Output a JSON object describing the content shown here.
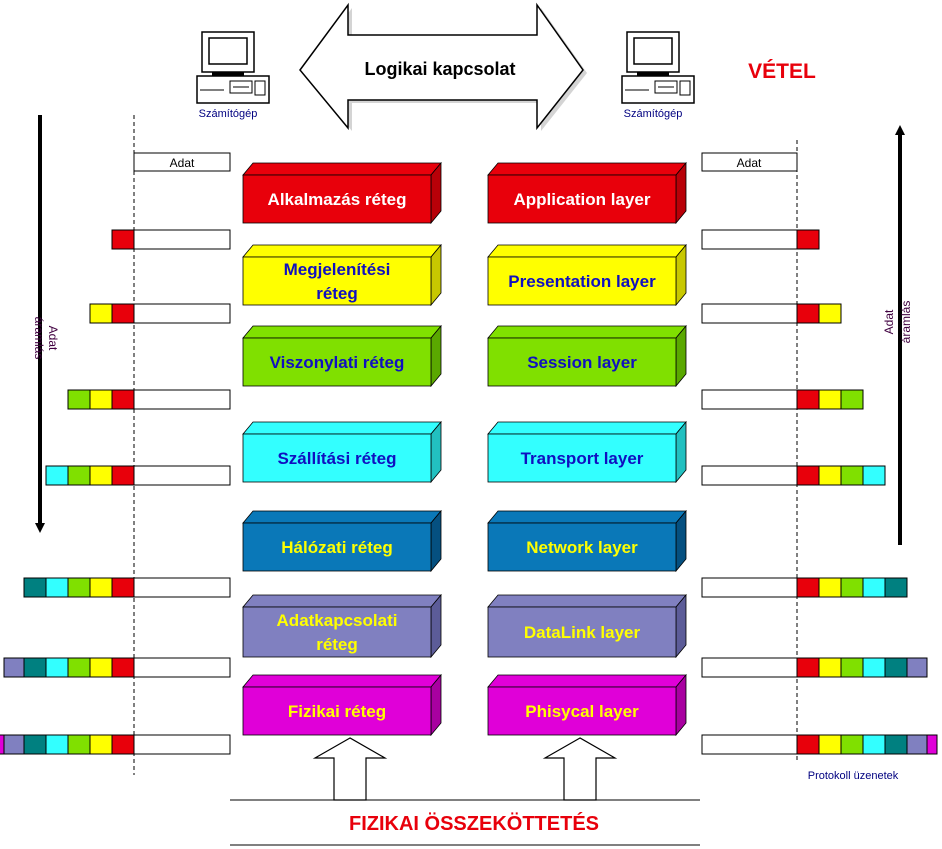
{
  "logical_connection": "Logikai kapcsolat",
  "receive_label": "VÉTEL",
  "computer_left": "Számítógép",
  "computer_right": "Számítógép",
  "data_label_left": "Adat",
  "data_label_right": "Adat",
  "flow_left": [
    "Adat",
    "áramlás"
  ],
  "flow_right": [
    "Adat",
    "áramlás"
  ],
  "protocol_messages": "Protokoll üzenetek",
  "physical_connection": "FIZIKAI  ÖSSZEKÖTTETÉS",
  "layers": [
    {
      "hu": [
        "Alkalmazás réteg"
      ],
      "en": "Application layer",
      "color": "#E8000B",
      "dark": "#B80008",
      "text": "#FFFFFF"
    },
    {
      "hu": [
        "Megjelenítési",
        "réteg"
      ],
      "en": "Presentation layer",
      "color": "#FFFF00",
      "dark": "#C8C800",
      "text": "#1010C0"
    },
    {
      "hu": [
        "Viszonylati réteg"
      ],
      "en": "Session layer",
      "color": "#80E000",
      "dark": "#5AA800",
      "text": "#1010C0"
    },
    {
      "hu": [
        "Szállítási réteg"
      ],
      "en": "Transport layer",
      "color": "#33FFFF",
      "dark": "#22C0C0",
      "text": "#1010C0"
    },
    {
      "hu": [
        "Hálózati réteg"
      ],
      "en": "Network layer",
      "color": "#0A78B8",
      "dark": "#055080",
      "text": "#FFFF00"
    },
    {
      "hu": [
        "Adatkapcsolati",
        "réteg"
      ],
      "en": "DataLink layer",
      "color": "#8080C0",
      "dark": "#5C5C98",
      "text": "#FFFF00"
    },
    {
      "hu": [
        "Fizikai réteg"
      ],
      "en": "Phisycal layer",
      "color": "#E000D8",
      "dark": "#A800A0",
      "text": "#FFFF00"
    }
  ],
  "header_colors": [
    "#E8000B",
    "#FFFF00",
    "#80E000",
    "#33FFFF",
    "#008080",
    "#8080C0",
    "#E000D8"
  ]
}
